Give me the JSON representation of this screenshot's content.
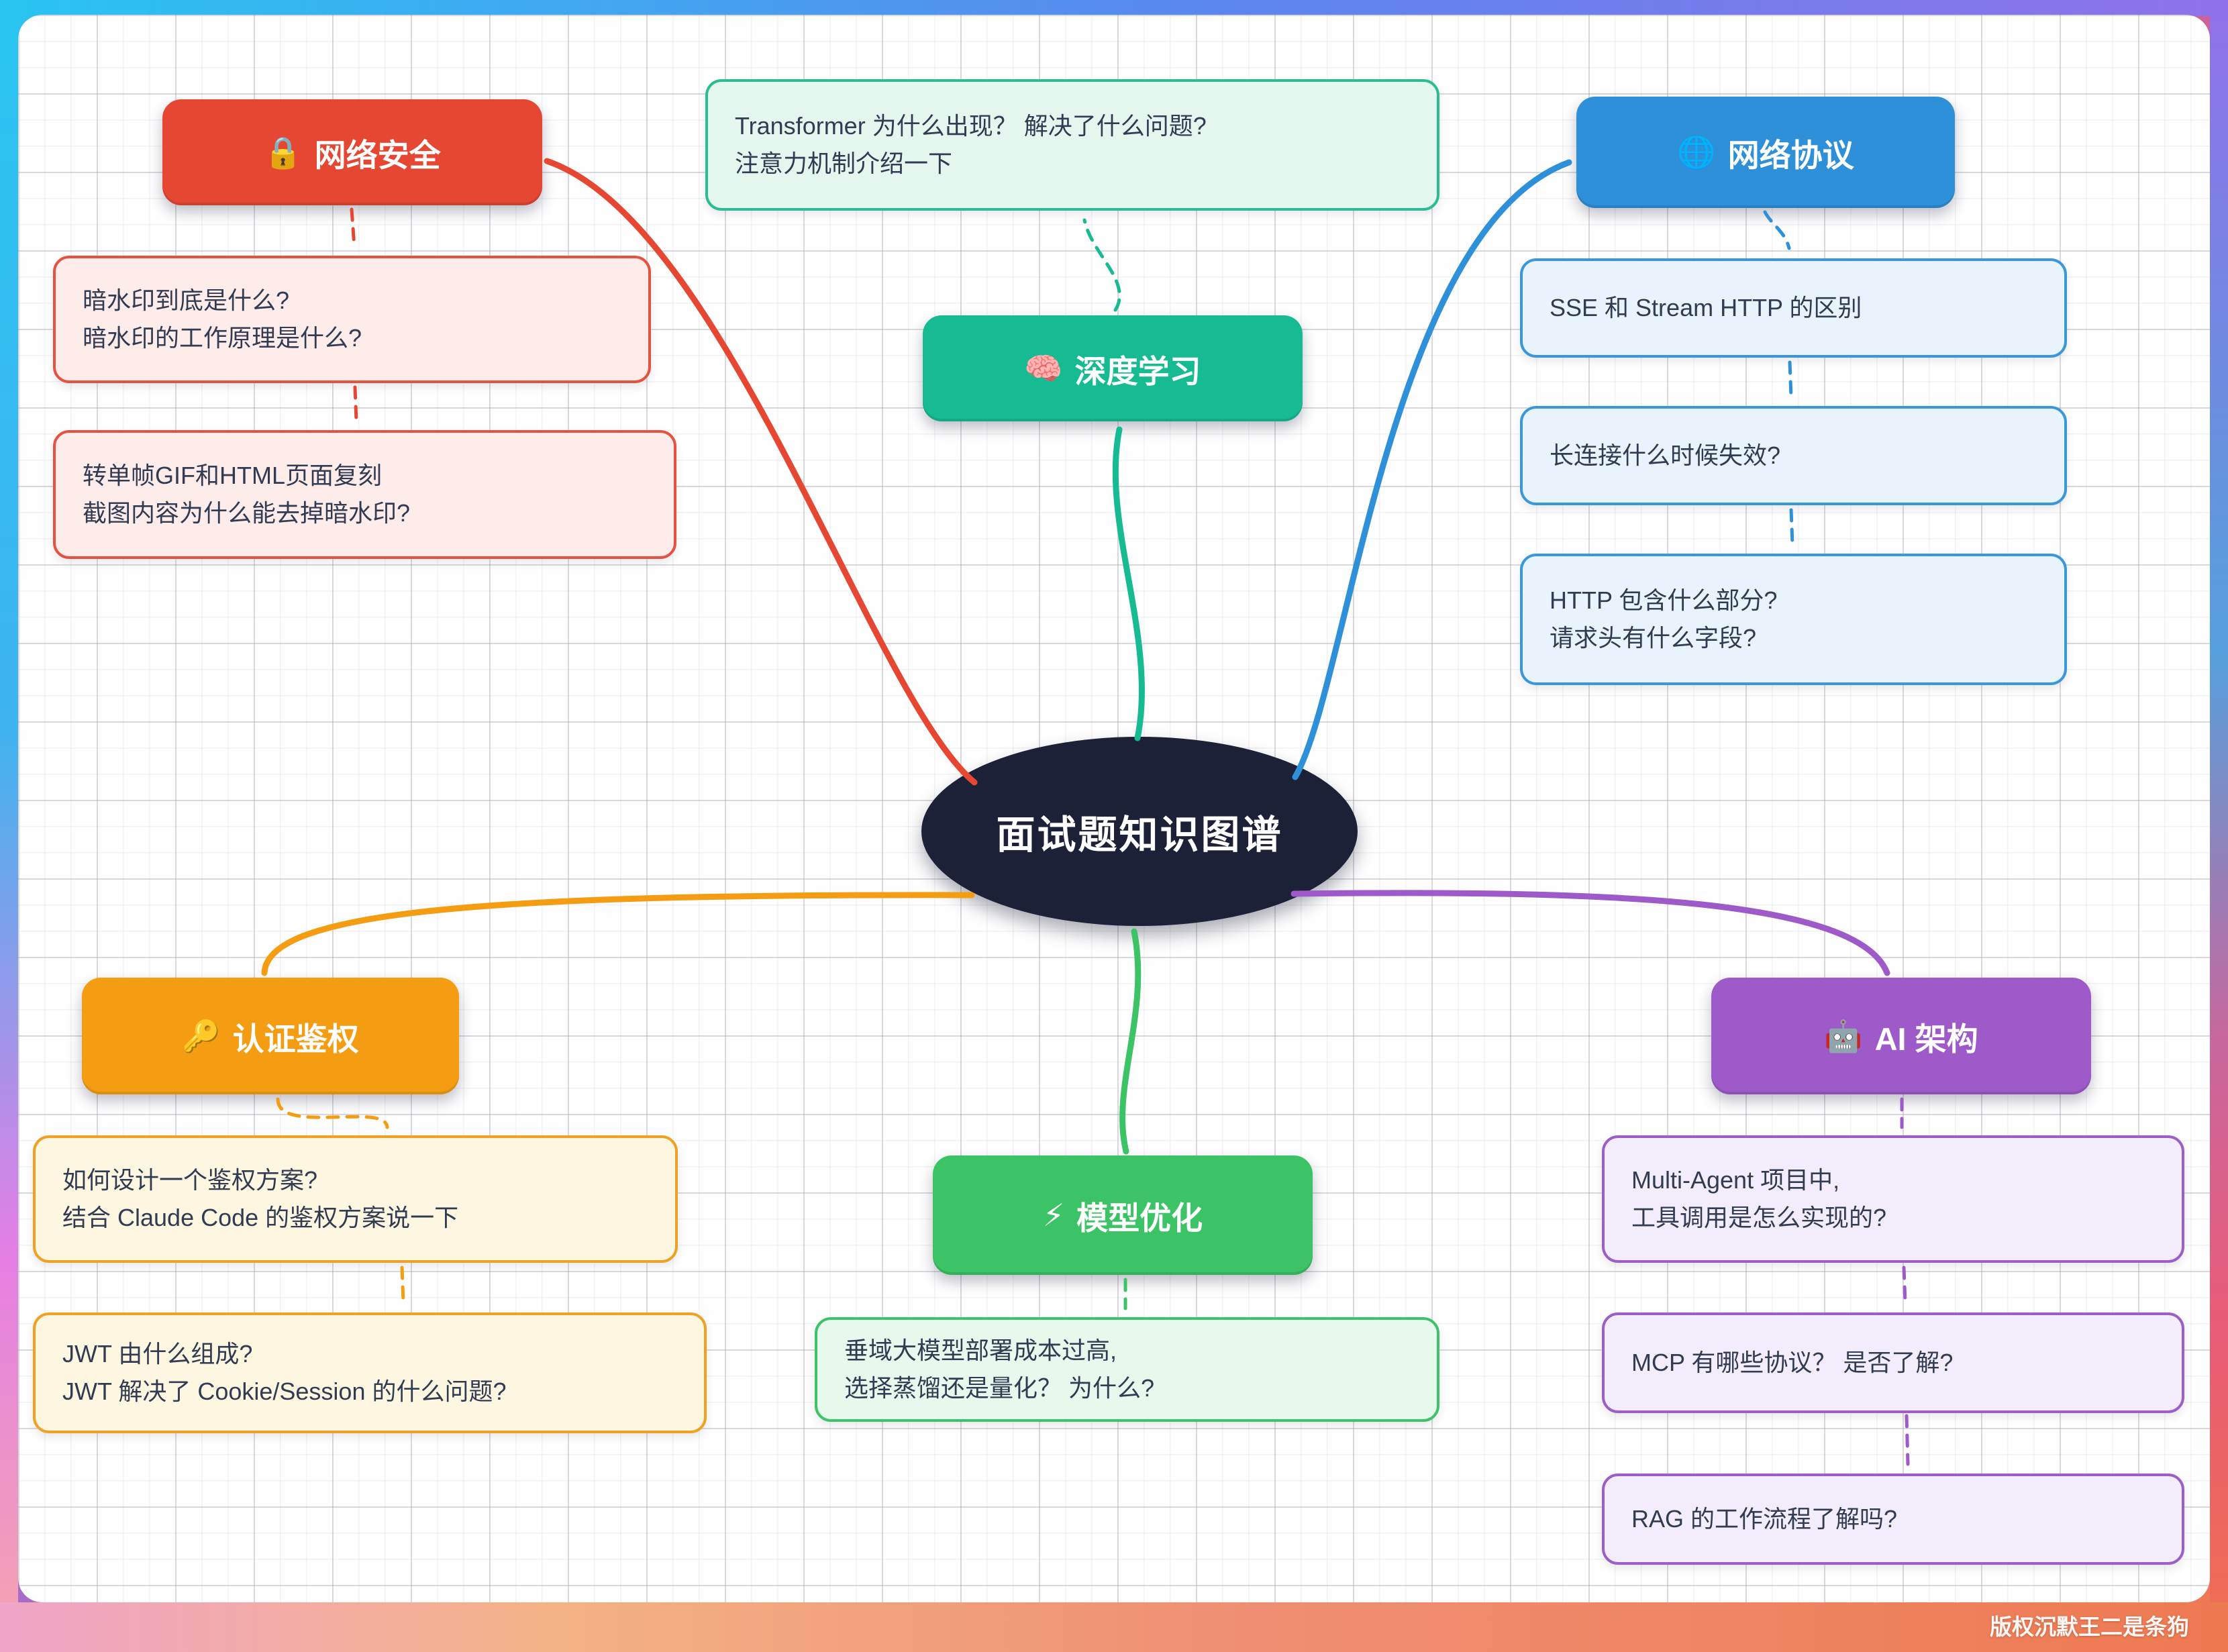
{
  "center": {
    "label": "面试题知识图谱"
  },
  "watermark": "版权沉默王二是条狗",
  "colors": {
    "center_bg": "#1d2138",
    "security": "#e64733",
    "deep_learning": "#17bb92",
    "protocol": "#2e90d8",
    "auth": "#f49d12",
    "optimization": "#3cc365",
    "ai_arch": "#9d5ac8",
    "question_text": "#313b51",
    "frame_gradient": [
      "#29c5f1",
      "#5b86ee",
      "#8f72e9",
      "#e85b77",
      "#ee7a52",
      "#f0a4c7",
      "#e47fe4"
    ]
  },
  "branches": [
    {
      "title": "网络安全",
      "icon": "🔒",
      "children": [
        "暗水印到底是什么?\n暗水印的工作原理是什么?",
        "转单帧GIF和HTML页面复刻\n截图内容为什么能去掉暗水印?"
      ]
    },
    {
      "title": "深度学习",
      "icon": "🧠",
      "children": [
        "Transformer 为什么出现？ 解决了什么问题?\n注意力机制介绍一下"
      ]
    },
    {
      "title": "网络协议",
      "icon": "🌐",
      "children": [
        "SSE 和 Stream HTTP 的区别",
        "长连接什么时候失效?",
        "HTTP 包含什么部分?\n请求头有什么字段?"
      ]
    },
    {
      "title": "认证鉴权",
      "icon": "🔑",
      "children": [
        "如何设计一个鉴权方案?\n结合 Claude Code 的鉴权方案说一下",
        "JWT 由什么组成?\nJWT 解决了 Cookie/Session 的什么问题?"
      ]
    },
    {
      "title": "模型优化",
      "icon": "⚡",
      "children": [
        "垂域大模型部署成本过高,\n选择蒸馏还是量化？ 为什么?"
      ]
    },
    {
      "title": "AI 架构",
      "icon": "🤖",
      "children": [
        "Multi-Agent 项目中,\n工具调用是怎么实现的?",
        "MCP 有哪些协议？ 是否了解?",
        "RAG 的工作流程了解吗?"
      ]
    }
  ]
}
